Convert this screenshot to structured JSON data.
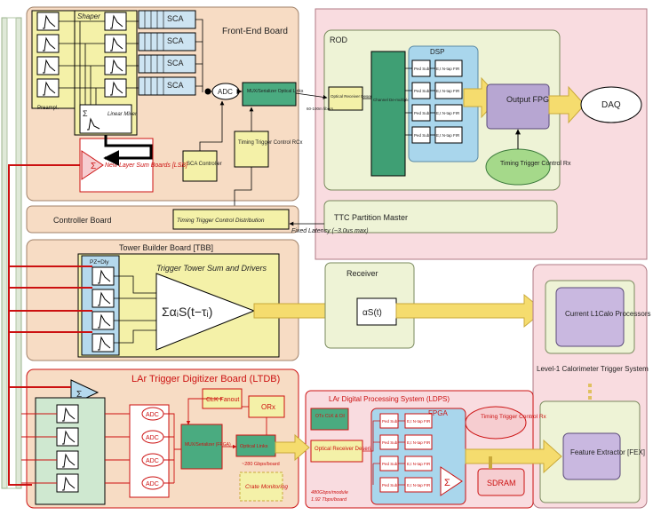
{
  "front_end": {
    "title": "Front-End Board",
    "shaper": "Shaper",
    "preampl": "Preampl.",
    "linear_mixer": "Linear Mixer",
    "sca": "SCA",
    "adc": "ADC",
    "mux": "MUX/Serializer Optical Links",
    "sca_controller": "SCA Controller",
    "ttc_rx": "Timing Trigger Control RCx",
    "fiber": "60-100m fibers",
    "sigma": "Σ"
  },
  "lsb": {
    "label": "New Layer Sum Boards [LSB]",
    "sigma": "Σ"
  },
  "controller": {
    "title": "Controller Board",
    "ttc_dist": "Timing Trigger Control Distribution",
    "fixed_latency": "Fixed Latency (~3.0us max)"
  },
  "rod": {
    "title": "ROD",
    "optical_rx": "Optical Receiver Deserializer",
    "demux": "Channel De-multiplexer Input FPGA",
    "dsp": "DSP",
    "ped": "Ped Sub",
    "fir": "E,t N-tap FIR",
    "output_fpga": "Output FPGA",
    "ttc_rx": "Timing Trigger Control Rx",
    "ttc_partition": "TTC Partition Master",
    "daq": "DAQ"
  },
  "tbb": {
    "title": "Tower Builder Board [TBB]",
    "pz": "PZ+Dly",
    "sum_label": "Trigger Tower Sum and Drivers",
    "formula": "ΣαᵢS(t−τᵢ)"
  },
  "receiver": {
    "title": "Receiver",
    "formula": "αS(t)"
  },
  "l1calo": {
    "current": "Current L1Calo Processors",
    "title": "Level-1 Calorimeter Trigger System",
    "fex": "Feature Extractor [FEX]"
  },
  "ltdb": {
    "title": "LAr Trigger Digitizer Board (LTDB)",
    "adc": "ADC",
    "clk_fanout": "CLK Fanout",
    "orx": "ORx",
    "mux": "MUX/Serializer (FPGA)",
    "optical": "Optical Links",
    "rate": "~280 Gbps/board",
    "crate": "Crate Monitoring",
    "sigma": "Σ"
  },
  "ldps": {
    "title": "LAr Digital Processing System (LDPS)",
    "otx": "OTx CLK & Ctl",
    "optical_rx": "Optical Receiver Deserializer",
    "fpga": "FPGA",
    "ped": "Ped Sub",
    "fir": "E,t N-tap FIR",
    "ttc_rx": "Timing Trigger Control Rx",
    "sdram": "SDRAM",
    "rate1": "480Gbps/module",
    "rate2": "1.92 Tbps/board",
    "sigma": "Σ"
  }
}
